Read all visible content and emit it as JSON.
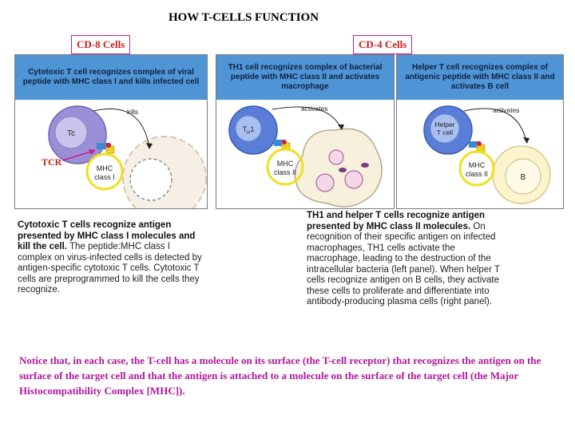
{
  "title": "HOW T-CELLS FUNCTION",
  "labels": {
    "cd8": "CD-8 Cells",
    "cd4": "CD-4 Cells",
    "tcr": "TCR"
  },
  "panels": [
    {
      "header": "Cytotoxic T cell recognizes complex of viral peptide with MHC class I and kills infected cell",
      "cell": "Tc",
      "action": "kills",
      "mhc_line1": "MHC",
      "mhc_line2": "class I"
    },
    {
      "header": "TH1 cell recognizes complex of bacterial peptide with MHC class II and activates macrophage",
      "cell_main": "T",
      "cell_sub": "H",
      "cell_num": "1",
      "action": "activates",
      "mhc_line1": "MHC",
      "mhc_line2": "class II"
    },
    {
      "header": "Helper T cell recognizes complex of antigenic peptide with MHC class II and activates B cell",
      "cell_line1": "Helper",
      "cell_line2": "T cell",
      "action": "activates",
      "mhc_line1": "MHC",
      "mhc_line2": "class II",
      "target": "B"
    }
  ],
  "captions": {
    "left_bold": "Cytotoxic T cells recognize antigen presented by MHC class I molecules and kill the cell.",
    "left_rest": "The peptide:MHC class I complex on virus-infected cells is detected by antigen-specific cytotoxic T cells. Cytotoxic T cells are preprogrammed to kill the cells they recognize.",
    "right_bold": "TH1 and helper T cells recognize antigen presented by MHC class II molecules.",
    "right_rest": "On recognition of their specific antigen on infected macrophages, TH1 cells activate the macrophage, leading to the destruction of the intracellular bacteria (left panel). When helper T cells recognize antigen on B cells, they activate these cells to proliferate and differentiate into antibody-producing plasma cells (right panel)."
  },
  "note": "Notice that, in each case, the T-cell has a molecule on its surface (the T-cell receptor) that recognizes the antigen on the surface of the target cell and that the antigen is attached to a molecule on the surface of the target cell (the Major Histocompatibility Complex [MHC]).",
  "colors": {
    "panel_header": "#4f95d6",
    "tcell_blue": "#6a88d8",
    "tc_purple": "#9a8fd6",
    "mhc_ring": "#f0e020",
    "label_red": "#c81e1e",
    "note_magenta": "#b0179c"
  }
}
